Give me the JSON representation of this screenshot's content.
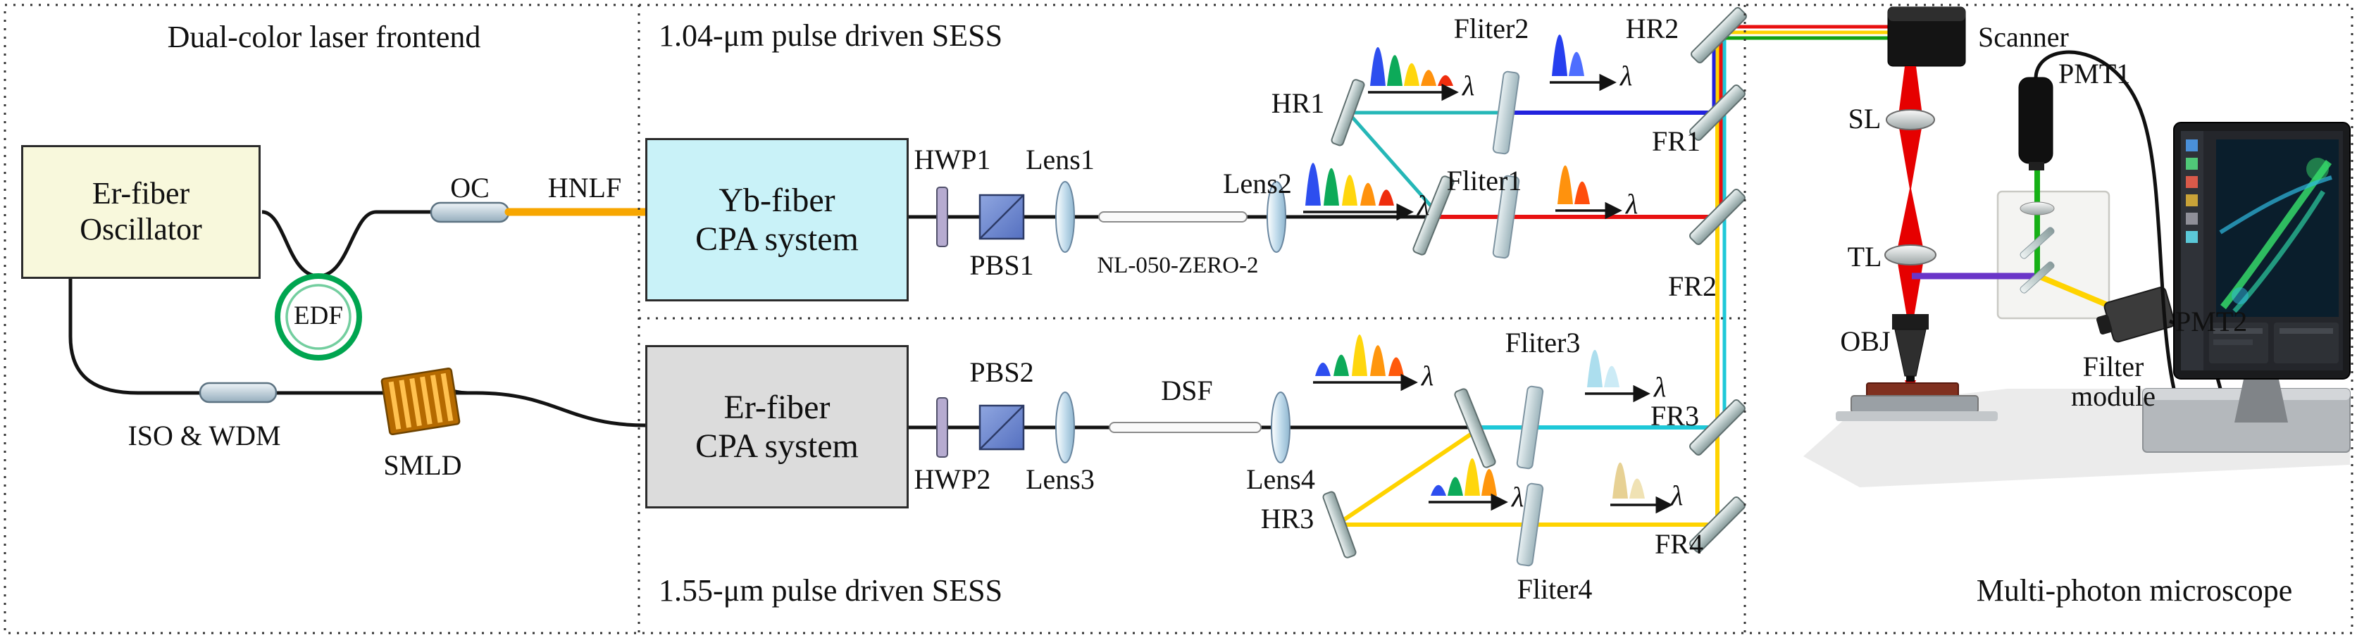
{
  "frontend": {
    "title": "Dual-color laser frontend",
    "oscillator": "Er-fiber Oscillator",
    "edf": "EDF",
    "oc": "OC",
    "hnlf": "HNLF",
    "iso_wdm": "ISO & WDM",
    "smld": "SMLD"
  },
  "sess1040": {
    "title": "1.04-μm pulse driven SESS",
    "amplifier": "Yb-fiber CPA system",
    "hwp1": "HWP1",
    "pbs1": "PBS1",
    "lens1": "Lens1",
    "fiber": "NL-050-ZERO-2",
    "lens2": "Lens2",
    "hr1": "HR1",
    "fliter2": "Fliter2",
    "hr2": "HR2",
    "fliter1": "Fliter1",
    "fr1": "FR1",
    "fr2": "FR2"
  },
  "sess1550": {
    "title": "1.55-μm pulse driven SESS",
    "amplifier": "Er-fiber CPA system",
    "pbs2": "PBS2",
    "hwp2": "HWP2",
    "lens3": "Lens3",
    "dsf": "DSF",
    "lens4": "Lens4",
    "fliter3": "Fliter3",
    "fr3": "FR3",
    "hr3": "HR3",
    "fliter4": "Fliter4",
    "fr4": "FR4"
  },
  "microscope": {
    "title": "Multi-photon microscope",
    "scanner": "Scanner",
    "pmt1": "PMT1",
    "sl": "SL",
    "tl": "TL",
    "obj": "OBJ",
    "filter_module": "Filter module",
    "pmt2": "PMT2"
  },
  "symbols": {
    "lambda": "λ"
  },
  "colors": {
    "beam_red": "#e81111",
    "beam_blue": "#2222dd",
    "beam_cyan": "#1ec8d8",
    "beam_teal": "#25b7b7",
    "beam_yellow": "#ffd300",
    "beam_green": "#12a012",
    "beam_violet": "#6a35c8",
    "fiber_black": "#131313",
    "hnlf_orange": "#f7a600",
    "edf_green": "#00a550",
    "yb_box_fill": "#c9f2f8",
    "er_box_fill": "#dcdcdc",
    "oscillator_fill": "#f8f8dc"
  },
  "icons": {
    "mirror": "tilted-silver-bar",
    "filter": "near-vertical-silver-bar",
    "lens": "vertical-ellipse",
    "spectrum": "colored-peaks-with-wavelength-axis"
  }
}
